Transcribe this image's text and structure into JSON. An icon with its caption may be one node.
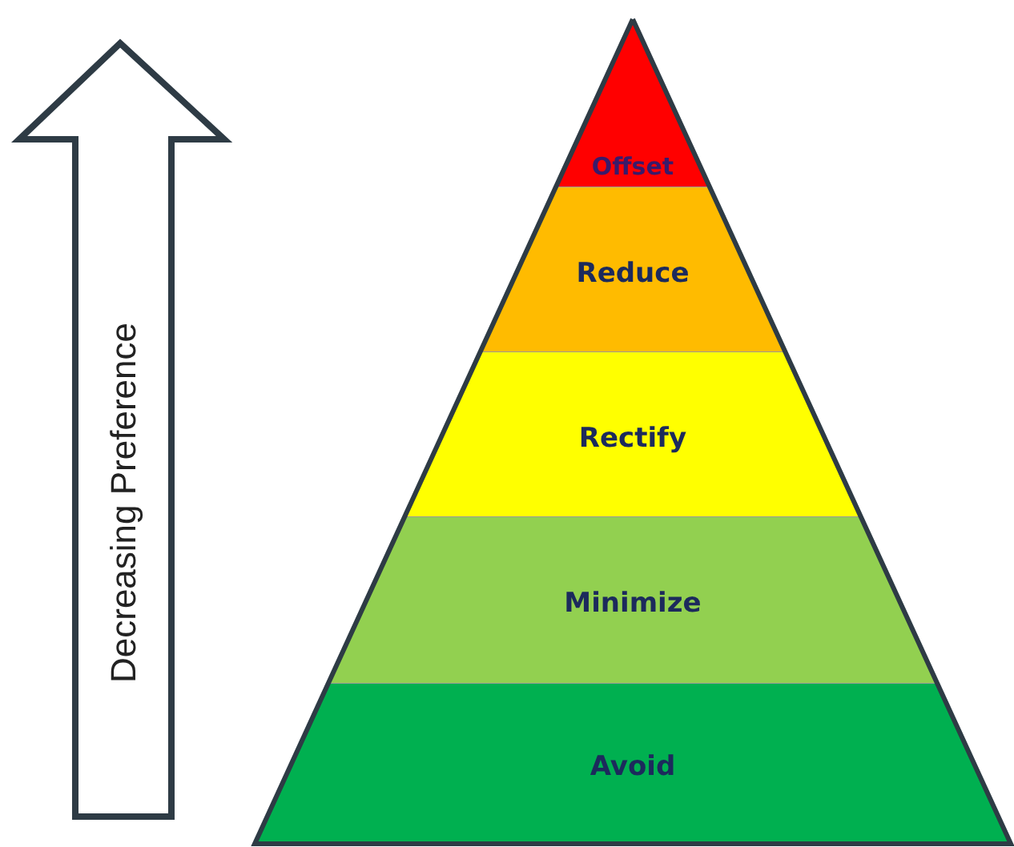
{
  "diagram": {
    "nodes": [
      {
        "text": [
          "Decreasing Preference"
        ]
      },
      {
        "text": [
          "Offset"
        ]
      },
      {
        "text": [
          "Reduce"
        ]
      },
      {
        "text": [
          "Rectify"
        ]
      },
      {
        "text": [
          "Minimize"
        ]
      },
      {
        "text": [
          "Avoid"
        ]
      }
    ]
  }
}
